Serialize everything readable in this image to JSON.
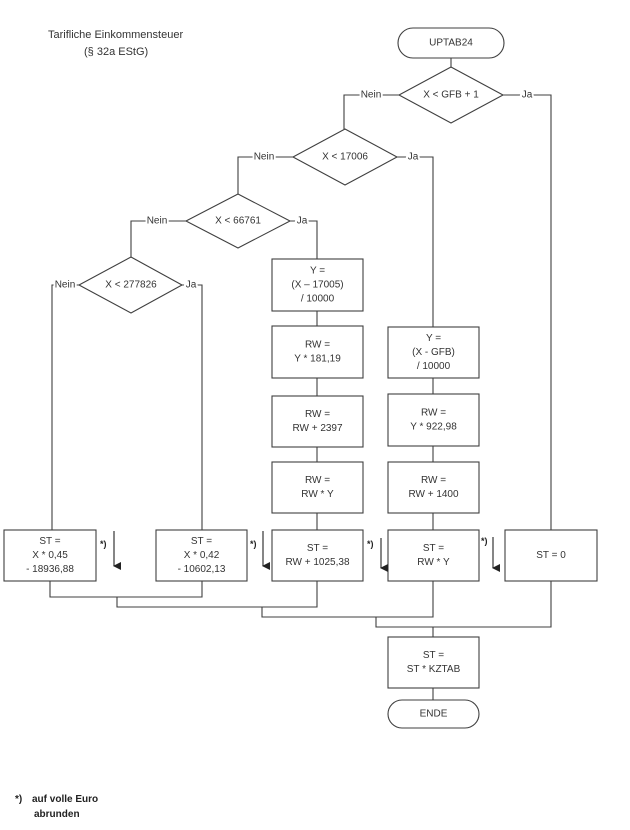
{
  "title": {
    "line1": "Tarifliche Einkommensteuer",
    "line2": "(§ 32a EStG)"
  },
  "start": {
    "label": "UPTAB24"
  },
  "end": {
    "label": "ENDE"
  },
  "decisions": [
    {
      "condition": "X < GFB + 1",
      "no_label": "Nein",
      "yes_label": "Ja"
    },
    {
      "condition": "X < 17006",
      "no_label": "Nein",
      "yes_label": "Ja"
    },
    {
      "condition": "X < 66761",
      "no_label": "Nein",
      "yes_label": "Ja"
    },
    {
      "condition": "X < 277826",
      "no_label": "Nein",
      "yes_label": "Ja"
    }
  ],
  "zone_66761_to_277825": [
    {
      "lines": [
        "Y =",
        "(X – 17005)",
        "/ 10000"
      ]
    },
    {
      "lines": [
        "RW =",
        "Y * 181,19"
      ]
    },
    {
      "lines": [
        "RW =",
        "RW + 2397"
      ]
    },
    {
      "lines": [
        "RW =",
        "RW * Y"
      ]
    },
    {
      "lines": [
        "ST =",
        "RW + 1025,38"
      ]
    }
  ],
  "zone_gfb_to_17005": [
    {
      "lines": [
        "Y =",
        "(X - GFB)",
        "/ 10000"
      ]
    },
    {
      "lines": [
        "RW =",
        "Y * 922,98"
      ]
    },
    {
      "lines": [
        "RW =",
        "RW + 1400"
      ]
    },
    {
      "lines": [
        "ST =",
        "RW * Y"
      ]
    }
  ],
  "top_rate_box": {
    "lines": [
      "ST =",
      "X * 0,45",
      "- 18936,88"
    ]
  },
  "upper_rate_box": {
    "lines": [
      "ST =",
      "X * 0,42",
      "- 10602,13"
    ]
  },
  "zero_box": {
    "lines": [
      "ST = 0"
    ]
  },
  "final_box": {
    "lines": [
      "ST =",
      "ST * KZTAB"
    ]
  },
  "rounding_marker": "*)",
  "footnote": {
    "marker": "*)",
    "line1": "auf volle Euro",
    "line2": "abrunden"
  }
}
